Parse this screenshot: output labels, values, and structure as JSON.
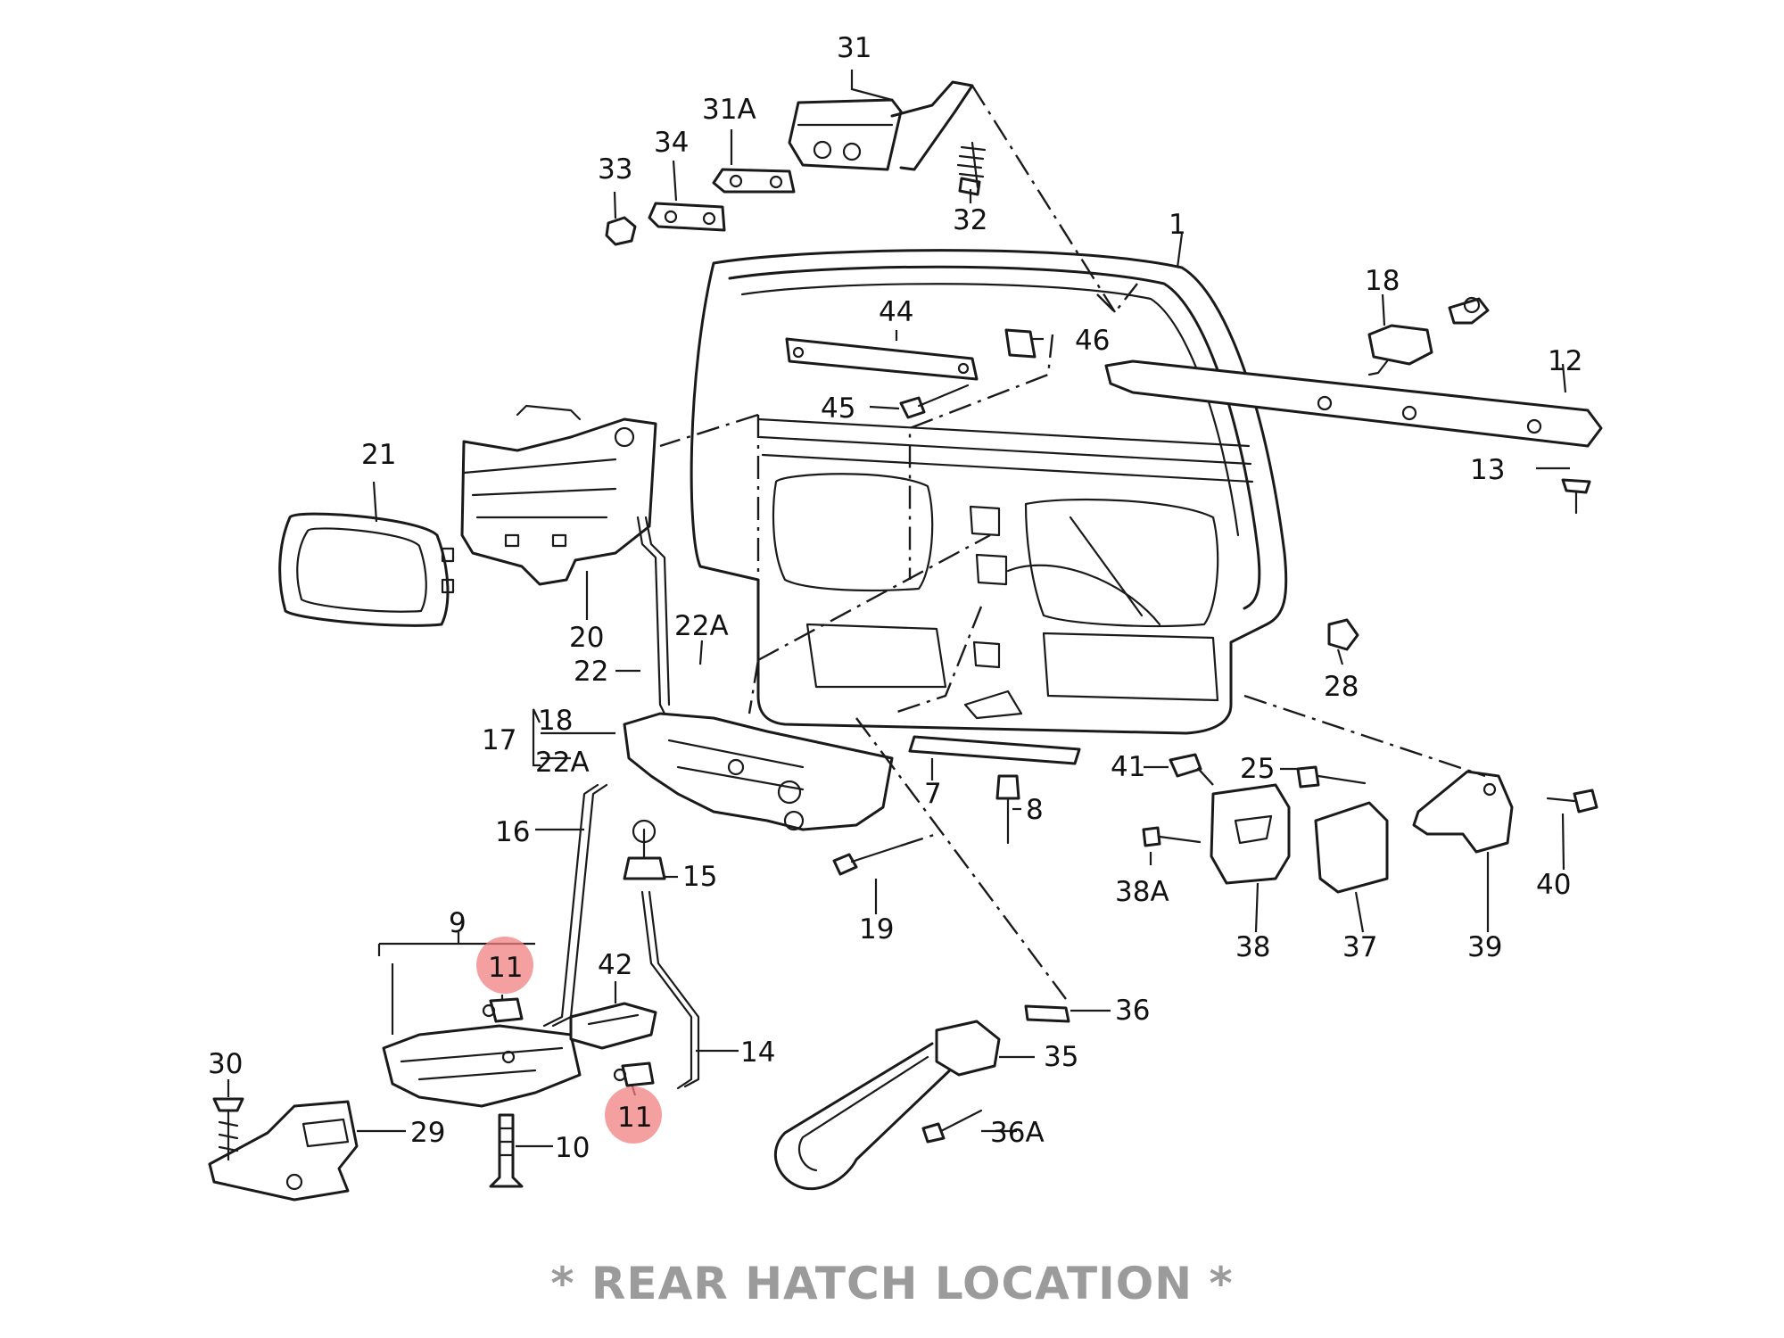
{
  "caption": "* REAR HATCH LOCATION *",
  "highlight_color": "#f08080",
  "part_labels": {
    "p1": "1",
    "p7": "7",
    "p8": "8",
    "p9": "9",
    "p10": "10",
    "p11a": "11",
    "p11b": "11",
    "p12": "12",
    "p13": "13",
    "p14": "14",
    "p15": "15",
    "p16": "16",
    "p17": "17",
    "p18": "18",
    "p18b": "18",
    "p19": "19",
    "p20": "20",
    "p21": "21",
    "p22": "22",
    "p22A": "22A",
    "p22Ab": "22A",
    "p25": "25",
    "p28": "28",
    "p29": "29",
    "p30": "30",
    "p31": "31",
    "p31A": "31A",
    "p32": "32",
    "p33": "33",
    "p34": "34",
    "p35": "35",
    "p36": "36",
    "p36A": "36A",
    "p37": "37",
    "p38": "38",
    "p38A": "38A",
    "p39": "39",
    "p40": "40",
    "p41": "41",
    "p42": "42",
    "p44": "44",
    "p45": "45",
    "p46": "46"
  }
}
